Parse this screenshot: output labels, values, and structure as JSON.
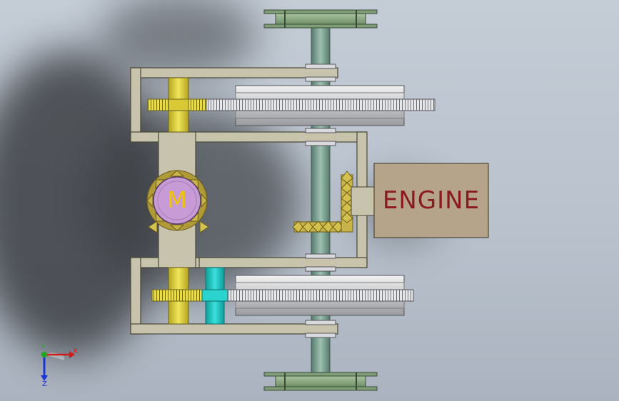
{
  "viewport": {
    "engine_label": "ENGINE",
    "motor_label": "M",
    "axis_x_label": "X",
    "axis_y_label": "Y",
    "axis_z_label": "Z"
  },
  "colors": {
    "frame": "#c8c3ad",
    "engine_body": "#b5a48a",
    "engine_text": "#8a1a1f",
    "motor": "#c79bd6",
    "motor_text": "#f1c400",
    "shaft": "#6f9a8a",
    "sprocket": "#8faf85",
    "gear_gray": "#d8d9dc",
    "gear_yellow": "#e4d64a",
    "gear_cyan": "#24c9c7",
    "bevel_gear": "#c9b44c",
    "axis_x": "#d11a1a",
    "axis_y": "#1ea81e",
    "axis_z": "#1c35d6"
  },
  "icons": {
    "motor": "motor-circle",
    "engine": "engine-block",
    "axis_triad": "xyz-triad"
  }
}
